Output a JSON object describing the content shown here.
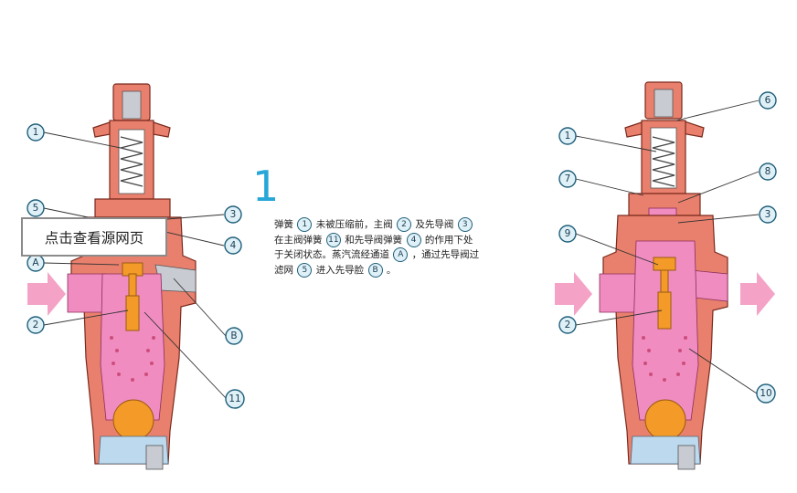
{
  "overlay": {
    "view_source_label": "点击查看源网页"
  },
  "step": {
    "number": "1"
  },
  "description": {
    "seg1": "弹簧",
    "n1": "1",
    "seg2": "未被压缩前，主阀",
    "n2": "2",
    "seg3": "及先导阀",
    "n3": "3",
    "seg4": "在主阀弹簧",
    "n4": "11",
    "seg5": "和先导阀弹簧",
    "n5": "4",
    "seg6": "的作用下处于关闭状态。蒸汽流经通道",
    "n6": "A",
    "seg7": "，通过先导阀过滤网",
    "n7": "5",
    "seg8": "进入先导脸",
    "n8": "B",
    "seg9": "。"
  },
  "left_labels": [
    "1",
    "5",
    "A",
    "2",
    "3",
    "4",
    "B",
    "11"
  ],
  "right_labels": [
    "6",
    "1",
    "7",
    "8",
    "3",
    "9",
    "2",
    "10"
  ],
  "colors": {
    "valve_body": "#e9806d",
    "steam": "#f08cc0",
    "accent_blue": "#27a7d8",
    "callout_fill": "#dff0f7",
    "float_ball": "#f39a28"
  }
}
